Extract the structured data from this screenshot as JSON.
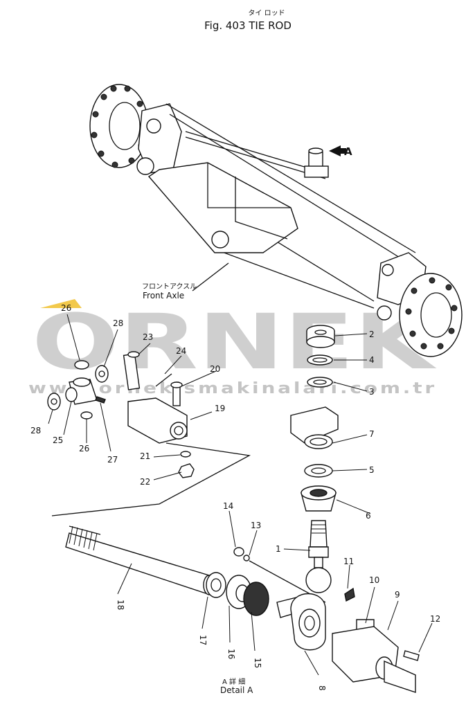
{
  "title": {
    "jp": "タイ ロッド",
    "main": "Fig. 403 TIE ROD"
  },
  "watermark": {
    "brand": "ORNEK",
    "url": "www.ornekismakinalari.com.tr",
    "accent_color": "#f2c94c"
  },
  "annotations": {
    "arrow_a": "A",
    "front_axle_jp": "フロントアクスル",
    "front_axle": "Front Axle",
    "detail_jp": "A 詳 細",
    "detail": "Detail A"
  },
  "part_numbers": {
    "p1": "1",
    "p2": "2",
    "p3": "3",
    "p4": "4",
    "p5": "5",
    "p6": "6",
    "p7": "7",
    "p8": "8",
    "p9": "9",
    "p10": "10",
    "p11": "11",
    "p12": "12",
    "p13": "13",
    "p14": "14",
    "p15": "15",
    "p16": "16",
    "p17": "17",
    "p18": "18",
    "p19": "19",
    "p20": "20",
    "p21": "21",
    "p22": "22",
    "p23": "23",
    "p24": "24",
    "p25": "25",
    "p26a": "26",
    "p26b": "26",
    "p27": "27",
    "p28a": "28",
    "p28b": "28"
  }
}
